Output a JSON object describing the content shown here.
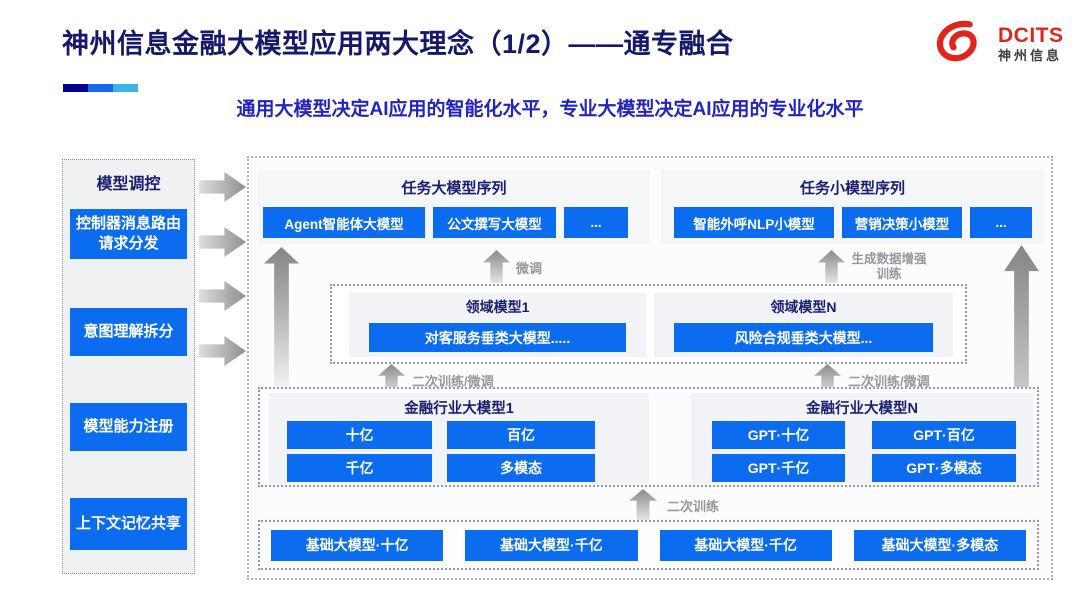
{
  "header": {
    "title": "神州信息金融大模型应用两大理念（1/2）——通专融合",
    "subtitle": "通用大模型决定AI应用的智能化水平，专业大模型决定AI应用的专业化水平",
    "logo": {
      "brand": "DCITS",
      "brand_cn": "神州信息"
    },
    "accent_colors": [
      "#00008f",
      "#1667ee",
      "#3db4e8"
    ]
  },
  "sidebar": {
    "title": "模型调控",
    "items": [
      "控制器消息路由请求分发",
      "意图理解拆分",
      "模型能力注册",
      "上下文记忆共享"
    ]
  },
  "top_sections": [
    {
      "title": "任务大模型序列",
      "boxes": [
        "Agent智能体大模型",
        "公文撰写大模型",
        "..."
      ]
    },
    {
      "title": "任务小模型序列",
      "boxes": [
        "智能外呼NLP小模型",
        "营销决策小模型",
        "..."
      ]
    }
  ],
  "flow_labels": {
    "fine_tune": "微调",
    "gen_data_train": "生成数据增强训练",
    "secondary_left": "二次训练/微调",
    "secondary_right": "二次训练/微调",
    "secondary_bottom": "二次训练"
  },
  "domain_layer": [
    {
      "title": "领域模型1",
      "box": "对客服务垂类大模型....."
    },
    {
      "title": "领域模型N",
      "box": "风险合规垂类大模型..."
    }
  ],
  "industry_layer": [
    {
      "title": "金融行业大模型1",
      "boxes": [
        "十亿",
        "百亿",
        "千亿",
        "多模态"
      ]
    },
    {
      "title": "金融行业大模型N",
      "boxes": [
        "GPT·十亿",
        "GPT·百亿",
        "GPT·千亿",
        "GPT·多模态"
      ]
    }
  ],
  "base_layer": {
    "boxes": [
      "基础大模型·十亿",
      "基础大模型·千亿",
      "基础大模型·千亿",
      "基础大模型·多模态"
    ]
  },
  "colors": {
    "box_blue": "#0b6cf0",
    "navy": "#1b1e70",
    "subtitle_blue": "#2323c2",
    "logo_red": "#e1251b"
  }
}
